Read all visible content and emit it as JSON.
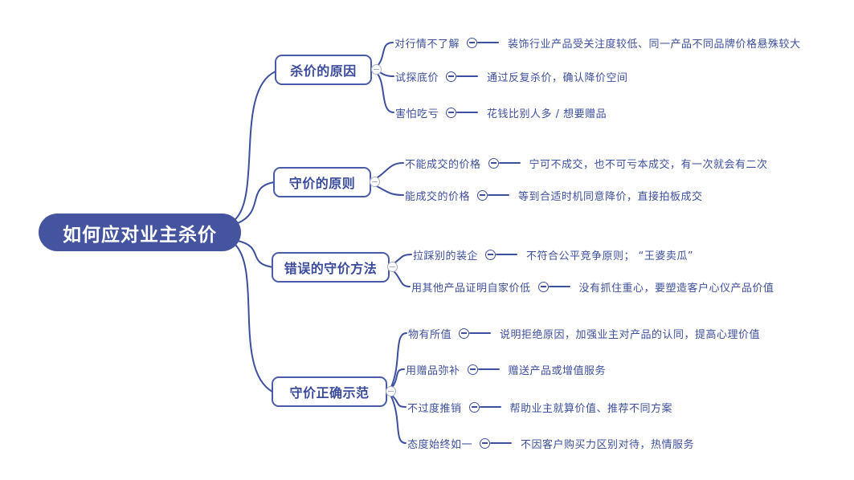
{
  "root": {
    "label": "如何应对业主杀价"
  },
  "branches": [
    {
      "label": "杀价的原因",
      "children": [
        {
          "label": "对行情不了解",
          "detail": "装饰行业产品受关注度较低、同一产品不同品牌价格悬殊较大"
        },
        {
          "label": "试探底价",
          "detail": "通过反复杀价，确认降价空间"
        },
        {
          "label": "害怕吃亏",
          "detail": "花钱比别人多 / 想要赠品"
        }
      ]
    },
    {
      "label": "守价的原则",
      "children": [
        {
          "label": "不能成交的价格",
          "detail": "宁可不成交，也不可亏本成交，有一次就会有二次"
        },
        {
          "label": "能成交的价格",
          "detail": "等到合适时机同意降价，直接拍板成交"
        }
      ]
    },
    {
      "label": "错误的守价方法",
      "children": [
        {
          "label": "拉踩别的装企",
          "detail": "不符合公平竞争原则； “王婆卖瓜”"
        },
        {
          "label": "用其他产品证明自家价低",
          "detail": "没有抓住重心，要塑造客户心仪产品价值"
        }
      ]
    },
    {
      "label": "守价正确示范",
      "children": [
        {
          "label": "物有所值",
          "detail": "说明拒绝原因，加强业主对产品的认同，提高心理价值"
        },
        {
          "label": "用赠品弥补",
          "detail": "赠送产品或增值服务"
        },
        {
          "label": "不过度推销",
          "detail": "帮助业主就算价值、推荐不同方案"
        },
        {
          "label": "态度始终如一",
          "detail": "不因客户购买力区别对待，热情服务"
        }
      ]
    }
  ],
  "colors": {
    "line": "#3d4f9c",
    "node-fill": "#44549e",
    "node-text": "#ffffff",
    "branch-border": "#4a5ca8",
    "branch-text": "#3b4b9b",
    "sub-text": "#3d4f9c",
    "collapse-gray": "#a7aec4",
    "bg": "#ffffff"
  },
  "icons": {
    "collapse": "minus-circle"
  }
}
